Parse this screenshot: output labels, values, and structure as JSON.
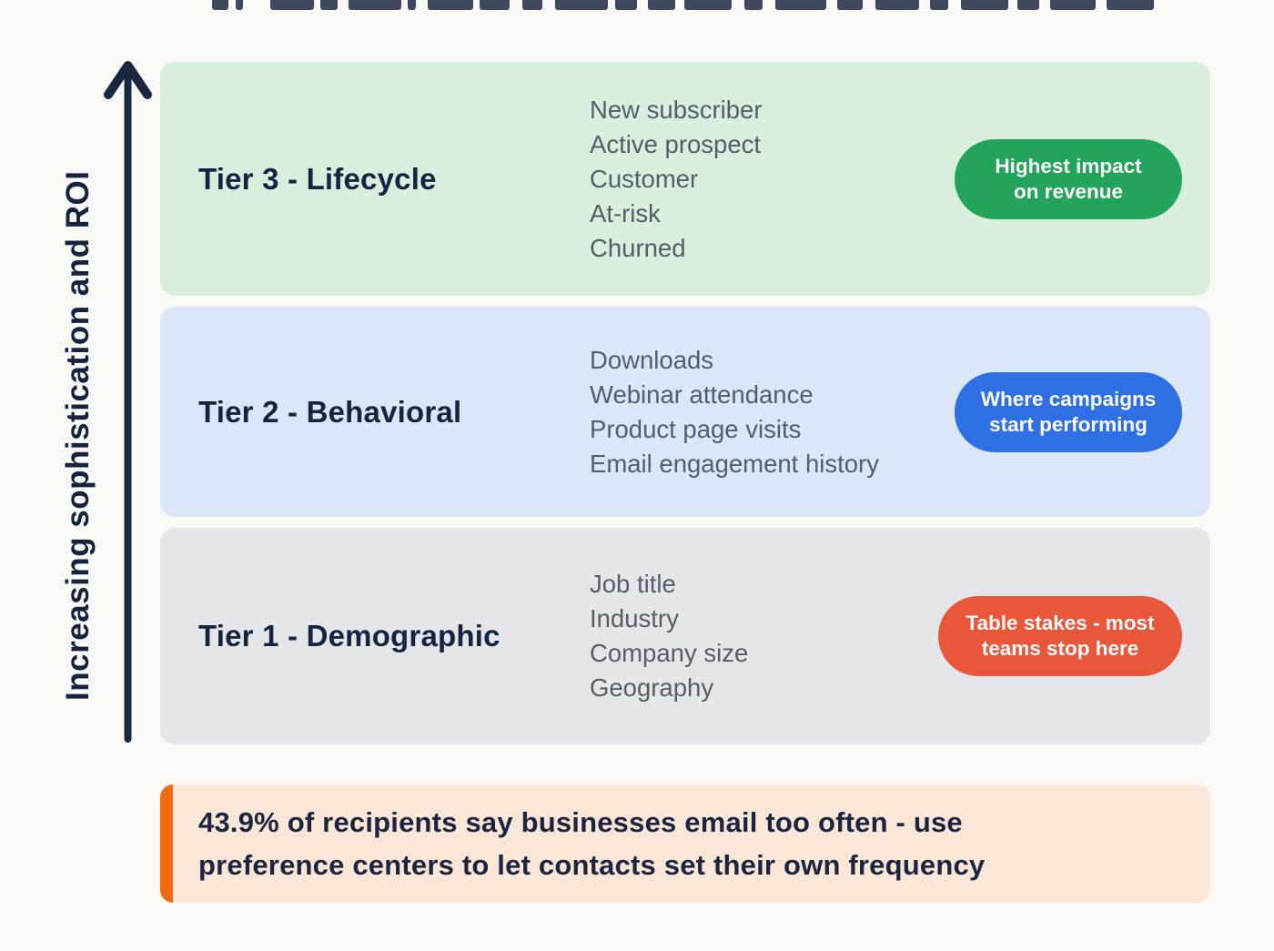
{
  "axis": {
    "label": "Increasing sophistication and ROI",
    "arrow_color": "#1a2740"
  },
  "tiers": [
    {
      "title": "Tier 3 - Lifecycle",
      "panel_color": "#d7efdc",
      "items": [
        "New subscriber",
        "Active prospect",
        "Customer",
        "At-risk",
        "Churned"
      ],
      "badge": {
        "lines": [
          "Highest impact",
          "on revenue"
        ],
        "color": "#24a35a"
      }
    },
    {
      "title": "Tier 2 - Behavioral",
      "panel_color": "#dbe7f8",
      "items": [
        "Downloads",
        "Webinar attendance",
        "Product page visits",
        "Email engagement history"
      ],
      "badge": {
        "lines": [
          "Where campaigns",
          "start performing"
        ],
        "color": "#2e6fe3"
      }
    },
    {
      "title": "Tier 1 - Demographic",
      "panel_color": "#e4e6e9",
      "items": [
        "Job title",
        "Industry",
        "Company size",
        "Geography"
      ],
      "badge": {
        "lines": [
          "Table stakes - most",
          "teams stop here"
        ],
        "color": "#e9573a"
      }
    }
  ],
  "callout": {
    "lines": [
      "43.9% of recipients say businesses email too often - use",
      "preference centers to let contacts set their own frequency"
    ],
    "accent_color": "#f36b10",
    "background_color": "#fce6d8"
  }
}
